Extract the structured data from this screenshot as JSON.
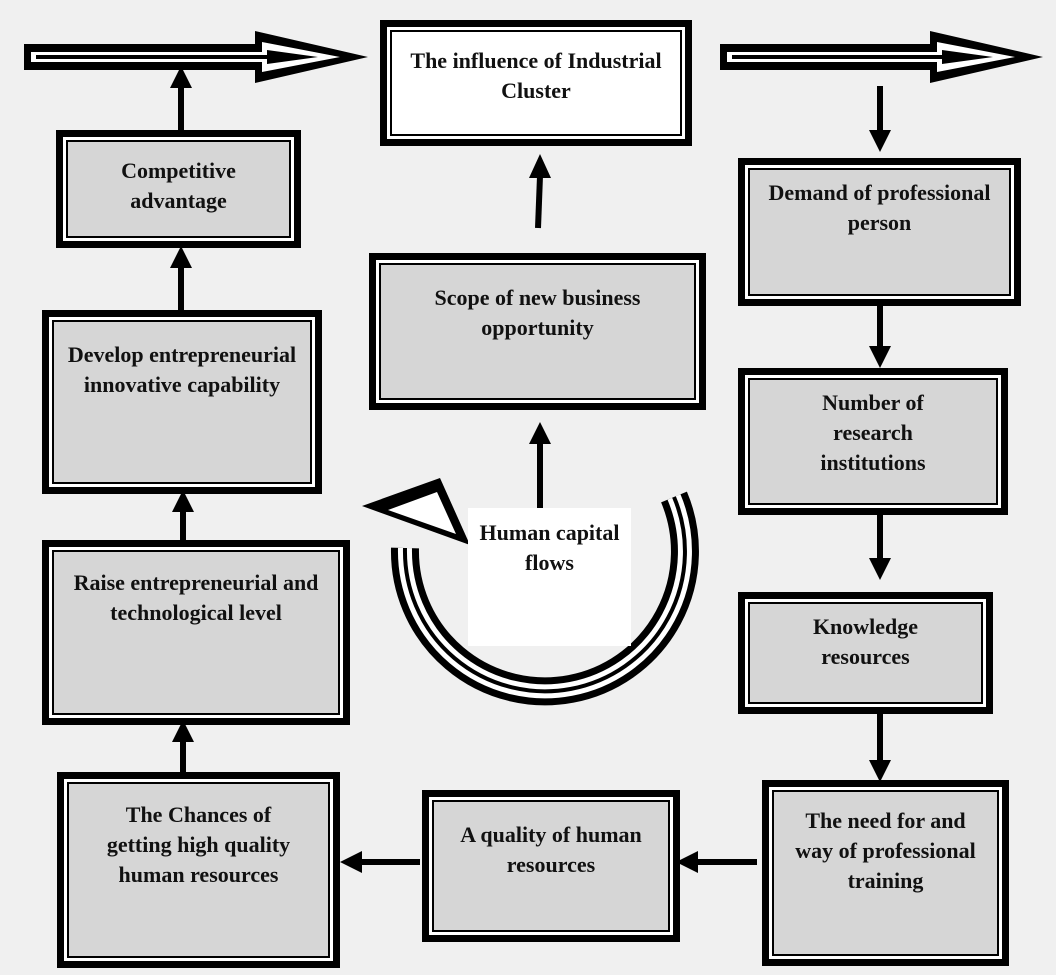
{
  "nodes": {
    "influence": "The influence of Industrial Cluster",
    "demand": "Demand of professional person",
    "research": "Number of research institutions",
    "knowledge": "Knowledge resources",
    "training": "The need for and way of professional training",
    "quality": "A quality of human resources",
    "chances": "The Chances of getting high quality human resources",
    "raise": "Raise entrepreneurial and technological level",
    "develop": "Develop entrepreneurial innovative capability",
    "competitive": "Competitive advantage",
    "scope": "Scope of new business opportunity"
  },
  "center_label": "Human capital flows",
  "edges": [
    [
      "influence",
      "demand"
    ],
    [
      "demand",
      "research"
    ],
    [
      "research",
      "knowledge"
    ],
    [
      "knowledge",
      "training"
    ],
    [
      "training",
      "quality"
    ],
    [
      "quality",
      "chances"
    ],
    [
      "chances",
      "raise"
    ],
    [
      "raise",
      "develop"
    ],
    [
      "develop",
      "competitive"
    ],
    [
      "competitive",
      "influence"
    ],
    [
      "center_label",
      "scope"
    ],
    [
      "scope",
      "influence"
    ]
  ],
  "colors": {
    "box_fill": "#d6d6d6",
    "stroke": "#000000",
    "background": "#f0f0f0"
  }
}
